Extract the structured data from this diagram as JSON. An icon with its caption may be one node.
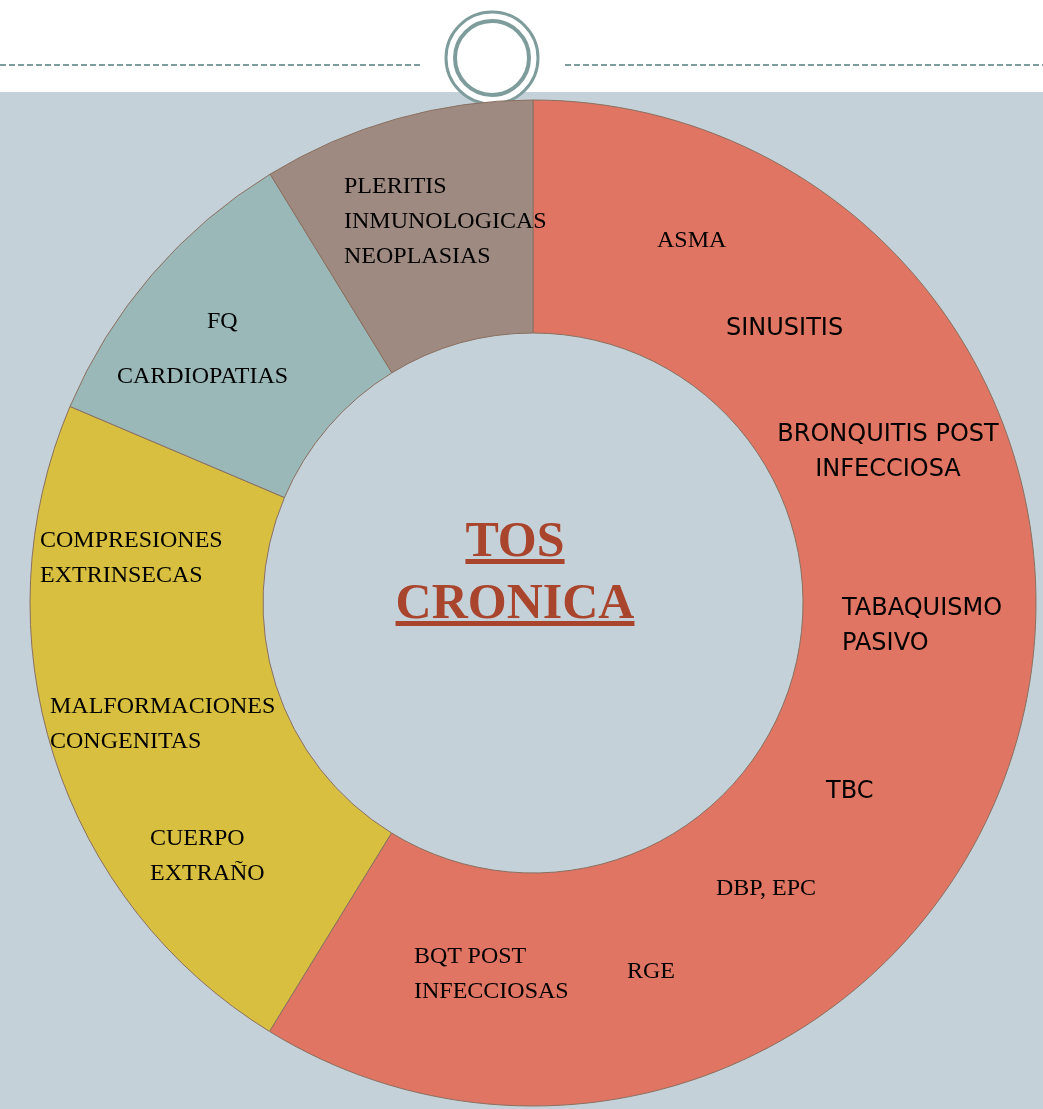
{
  "diagram": {
    "title": "TOS CRONICA",
    "nodes": [
      {
        "text": [
          "ASMA",
          "SINUSITIS",
          "BRONQUITIS POST INFECCIOSA",
          "TABAQUISMO PASIVO",
          "TBC",
          "DBP, EPC",
          "RGE",
          "BQT POST INFECCIOSAS"
        ]
      },
      {
        "text": [
          "COMPRESIONES EXTRINSECAS",
          "MALFORMACIONES CONGENITAS",
          "CUERPO EXTRAÑO"
        ]
      },
      {
        "text": [
          "FQ",
          "CARDIOPATIAS"
        ]
      },
      {
        "text": [
          "PLERITIS",
          "INMUNOLOGICAS",
          "NEOPLASIAS"
        ]
      }
    ]
  }
}
